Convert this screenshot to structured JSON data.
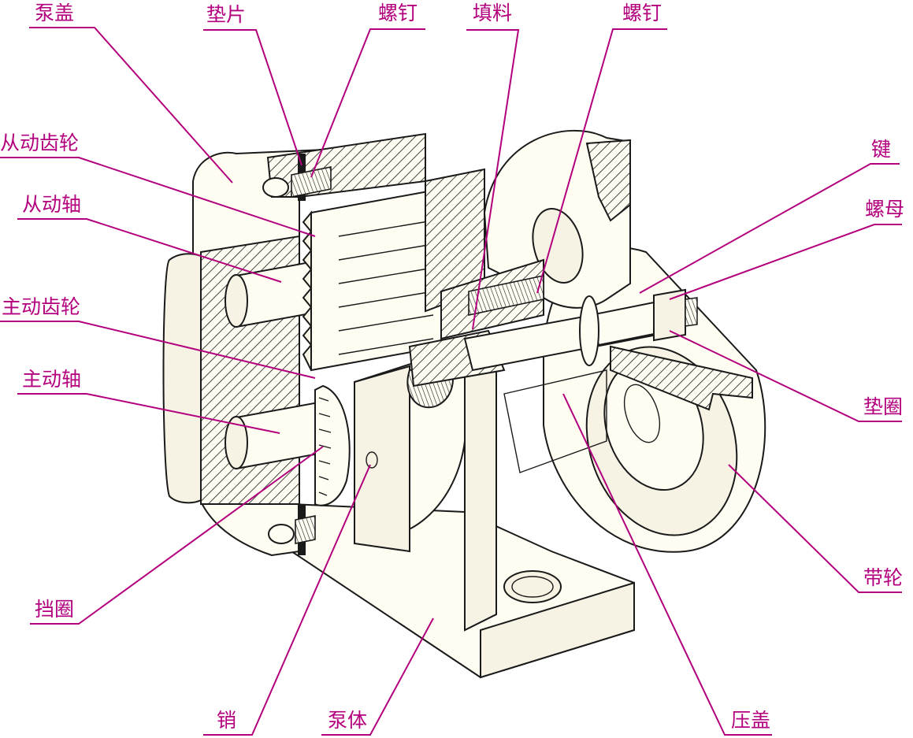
{
  "colors": {
    "label": "#b3007d",
    "outline": "#1a1a1a",
    "part_fill": "#fffdf2",
    "background": "#ffffff"
  },
  "labels": {
    "pump_cover": "泵盖",
    "gasket": "垫片",
    "screw_top": "螺钉",
    "packing": "填料",
    "screw_right": "螺钉",
    "driven_gear": "从动齿轮",
    "driven_shaft": "从动轴",
    "drive_gear": "主动齿轮",
    "drive_shaft": "主动轴",
    "key": "键",
    "nut": "螺母",
    "washer": "垫圈",
    "pulley": "带轮",
    "retaining_ring": "挡圈",
    "pin": "销",
    "pump_body": "泵体",
    "gland": "压盖"
  }
}
